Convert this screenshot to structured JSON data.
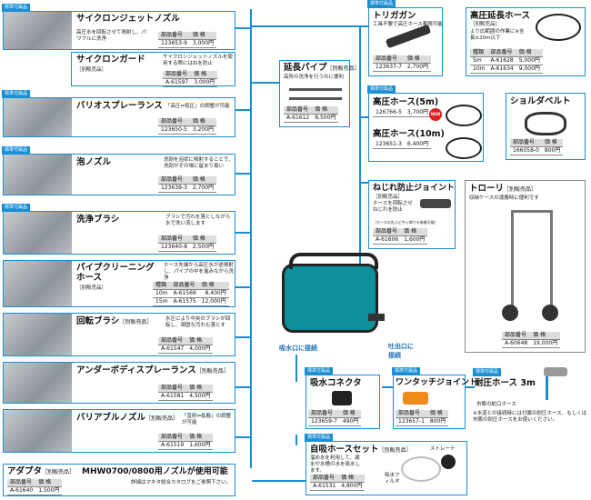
{
  "label_std": "標準付属品",
  "label_price": "価 格",
  "label_part": "部品番号",
  "label_type": "種類",
  "left": [
    {
      "title": "サイクロンジェットノズル",
      "std": true,
      "desc": "高圧水を回転させて噴射し、パワフルに洗浄",
      "part": "123653-9",
      "price": "3,000円"
    },
    {
      "title": "サイクロンガード",
      "suffix": "［別販売品］",
      "desc": "サイクロンジェットノズルを使用する際にはねを防止",
      "part": "A-61597",
      "price": "3,000円"
    },
    {
      "title": "バリオスプレーランス",
      "std": true,
      "desc": "「高圧⇔低圧」の調整が可能",
      "part": "123650-5",
      "price": "3,200円"
    },
    {
      "title": "泡ノズル",
      "std": true,
      "desc": "洗剤を泡状に噴射することで、洗剤がその場に留まり易い",
      "part": "123639-3",
      "price": "2,700円"
    },
    {
      "title": "洗浄ブラシ",
      "std": true,
      "desc": "ブラシで汚れを落としながら水で洗い流します",
      "part": "123640-8",
      "price": "2,500円"
    },
    {
      "title": "パイプクリーニングホース",
      "suffix": "［別販売品］",
      "desc": "ホース先端から高圧水が逆噴射し、パイプの中を進みながら洗浄",
      "rows": [
        [
          "10m",
          "A-61569",
          "8,400円"
        ],
        [
          "15m",
          "A-61575",
          "12,000円"
        ]
      ]
    },
    {
      "title": "回転ブラシ",
      "suffix": "［別販売品］",
      "desc": "水圧により中央のブラシが回転し、頑固な汚れも落とす",
      "part": "A-61547",
      "price": "4,000円"
    },
    {
      "title": "アンダーボディスプレーランス",
      "suffix": "［別販売品］",
      "desc": "",
      "part": "A-61581",
      "price": "4,500円"
    },
    {
      "title": "バリアブルノズル",
      "suffix": "［別販売品］",
      "desc": "「直射⇔拡散」の調整が可能",
      "part": "A-61519",
      "price": "1,600円"
    }
  ],
  "adapter": {
    "title": "アダプタ",
    "suffix": "［別販売品］",
    "part": "A-61640",
    "price": "1,500円"
  },
  "compat": {
    "title": "MHW0700/0800用ノズルが使用可能",
    "note": "詳細はマキタ総合カタログをご参照下さい。"
  },
  "extpipe": {
    "title": "延長パイプ",
    "suffix": "［別販売品］",
    "desc": "高所の洗浄を行うのに便利",
    "part": "A-61612",
    "price": "8,500円"
  },
  "trigger": {
    "title": "トリガガン",
    "desc": "工具不要で高圧ホース着脱可能",
    "part": "123637-7",
    "price": "2,700円"
  },
  "hp5": {
    "title": "高圧ホース(5m)",
    "part": "126766-5",
    "price": "3,700円",
    "badge": "NEW"
  },
  "hp10": {
    "title": "高圧ホース(10m)",
    "part": "123651-3",
    "price": "6,400円"
  },
  "hpext": {
    "title": "高圧延長ホース",
    "suffix": "［別販売品］",
    "desc": "より広範囲の作業に※全長±20m以下",
    "rows": [
      [
        "5m",
        "A-61628",
        "5,000円"
      ],
      [
        "10m",
        "A-61634",
        "9,000円"
      ]
    ]
  },
  "belt": {
    "title": "ショルダベルト",
    "part": "166058-0",
    "price": "800円"
  },
  "swivel": {
    "title": "ねじれ防止ジョイント",
    "suffix": "［別販売品］",
    "desc": "ホースを回転させねじれを防止",
    "note": "（ホースの先ぶどちら側でも装着可能）",
    "part": "A-61606",
    "price": "1,600円"
  },
  "trolley": {
    "title": "トローリ",
    "suffix": "［別販売品］",
    "desc": "収納ケースの運搬時に便利です",
    "part": "A-60648",
    "price": "19,000円"
  },
  "inlet_label": "吸水口に接続",
  "outlet_label": "吐出口に接続",
  "intake": {
    "title": "吸水コネクタ",
    "part": "123659-7",
    "price": "490円"
  },
  "onetouch": {
    "title": "ワンタッチジョイント",
    "part": "123657-1",
    "price": "800円"
  },
  "pressure": {
    "title": "耐圧ホース 3m",
    "note1": "市販の蛇口ホース",
    "note2": "※水道との接続時には付属の耐圧ホース、もしくは市販の耐圧ホースをお使いください。"
  },
  "selfsuction": {
    "title": "自吸ホースセット",
    "suffix": "［別販売品］",
    "desc": "溜め水を利用して、湖水や水槽の水を吸水します。",
    "strainer": "ストレーナ",
    "filter": "吸水フィルタ",
    "part": "A-61531",
    "price": "4,800円"
  },
  "colors": {
    "accent": "#1a8fd4",
    "tool": "#0e8f9c",
    "orange": "#f08a1a"
  }
}
